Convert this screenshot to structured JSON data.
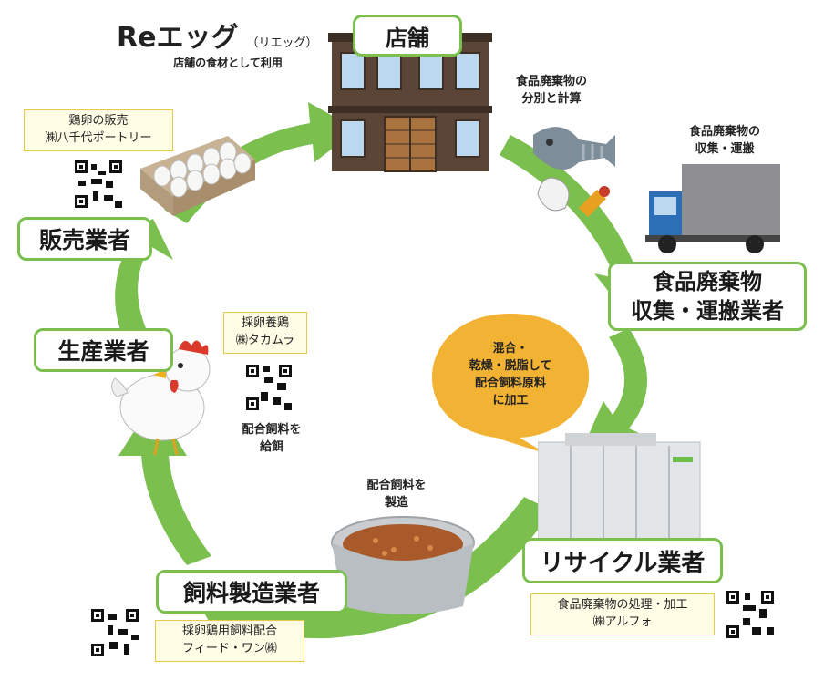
{
  "brand": {
    "title": "Reエッグ",
    "reading": "（リエッグ）",
    "subtitle": "店舗の食材として利用"
  },
  "nodes": {
    "store": "店舗",
    "collector_line1": "食品廃棄物",
    "collector_line2": "収集・運搬業者",
    "recycler": "リサイクル業者",
    "feed_maker": "飼料製造業者",
    "producer": "生産業者",
    "seller": "販売業者"
  },
  "captions": {
    "sorting_line1": "食品廃棄物の",
    "sorting_line2": "分別と計算",
    "transport_line1": "食品廃棄物の",
    "transport_line2": "収集・運搬",
    "process_line1": "混合・",
    "process_line2": "乾燥・脱脂して",
    "process_line3": "配合飼料原料",
    "process_line4": "に加工",
    "manufacture_line1": "配合飼料を",
    "manufacture_line2": "製造",
    "feeding_line1": "配合飼料を",
    "feeding_line2": "給餌"
  },
  "companies": {
    "seller_line1": "鶏卵の販売",
    "seller_line2": "㈱八千代ポートリー",
    "producer_line1": "採卵養鶏",
    "producer_line2": "㈱タカムラ",
    "recycler_line1": "食品廃棄物の処理・加工",
    "recycler_line2": "㈱アルフォ",
    "feed_line1": "採卵鶏用飼料配合",
    "feed_line2": "フィード・ワン㈱"
  },
  "colors": {
    "arrow": "#7bbf4e",
    "label_border": "#7bbf4e",
    "bubble": "#f2b233",
    "company_border": "#e8c94a"
  }
}
